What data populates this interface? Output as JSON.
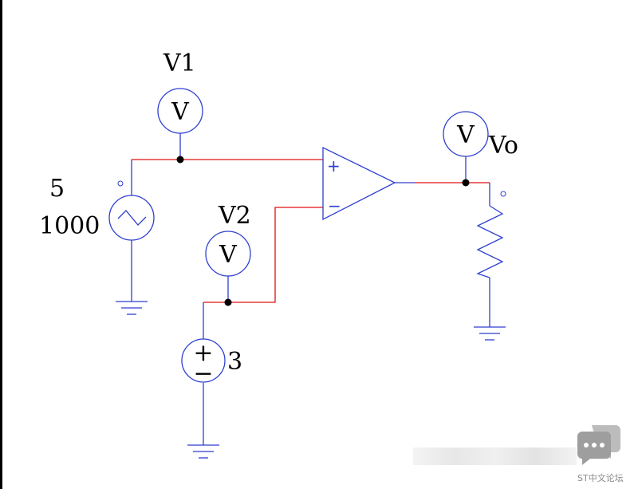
{
  "schematic": {
    "ac_source": {
      "amplitude": "5",
      "frequency": "1000"
    },
    "dc_source": {
      "voltage": "3",
      "plus_sign": "+",
      "minus_sign": "−"
    },
    "meters": [
      {
        "label": "V1",
        "symbol": "V"
      },
      {
        "label": "V2",
        "symbol": "V"
      },
      {
        "label": "Vo",
        "symbol": "V"
      }
    ],
    "opamp": {
      "noninverting": "+",
      "inverting": "−"
    },
    "colors": {
      "wire": "#2f3fd0",
      "active_wire": "#e01010",
      "junction": "#000000"
    }
  },
  "watermark": {
    "text": "ST中文论坛",
    "icon": "chat-bubble-icon"
  }
}
